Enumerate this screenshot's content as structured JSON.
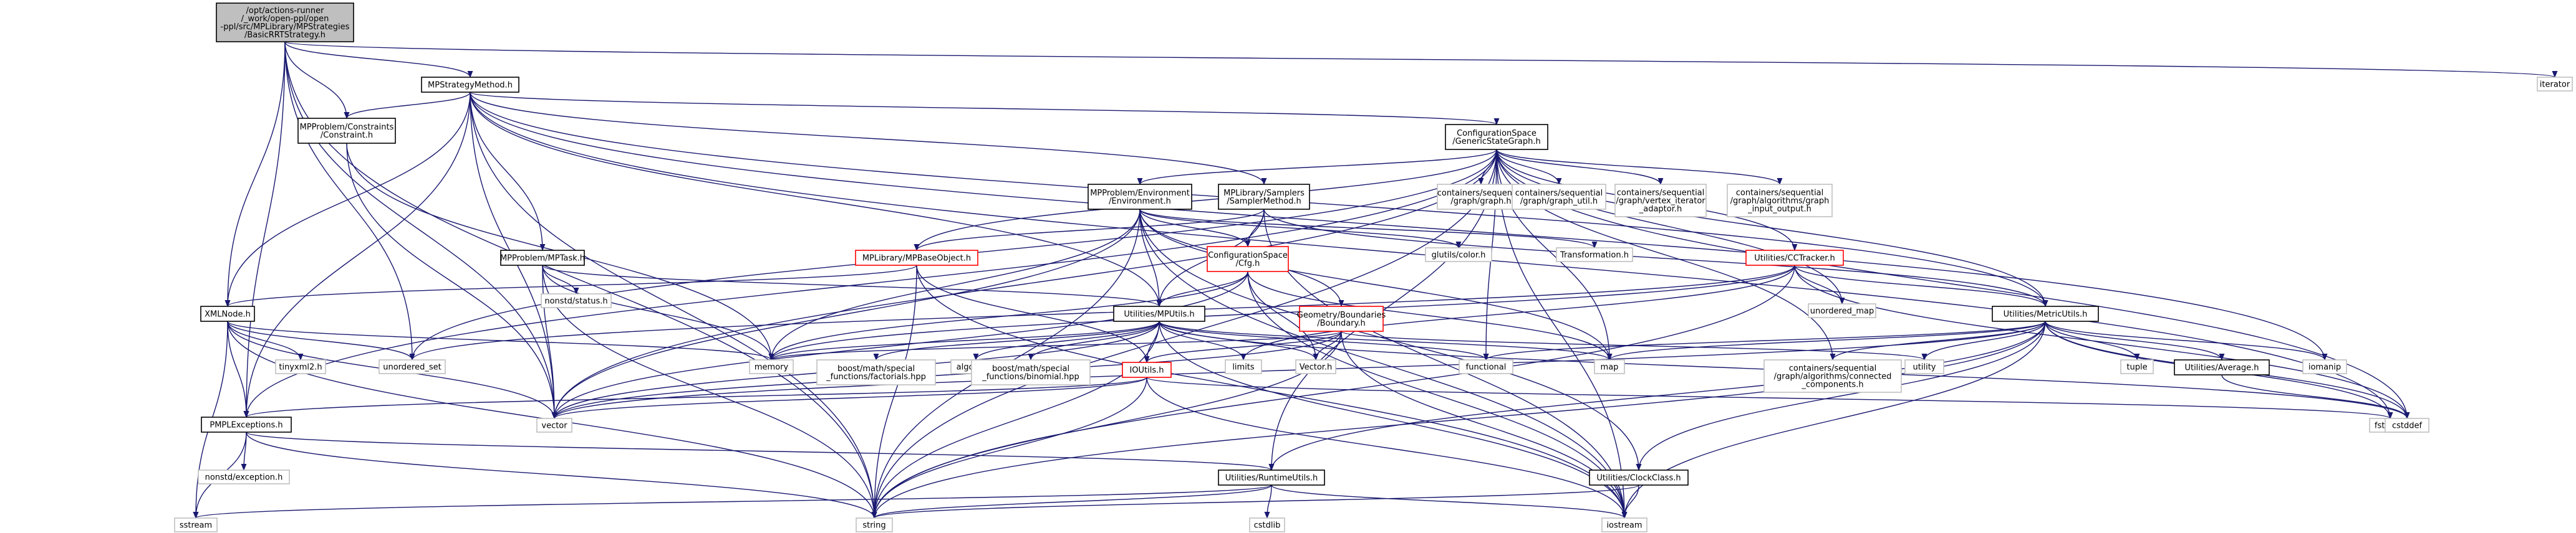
{
  "colors": {
    "edge": "#191970",
    "node_border_default": "#000000",
    "node_border_linked": "#ff0000",
    "node_border_system": "#bfbfbf",
    "root_fill": "#bfbfbf",
    "node_fill": "#ffffff"
  },
  "nodes": {
    "BasicRRTStrategy": {
      "label": [
        "/opt/actions-runner",
        "/_work/open-ppl/open",
        "-ppl/src/MPLibrary/MPStrategies",
        "/BasicRRTStrategy.h"
      ],
      "kind": "root"
    },
    "MPStrategyMethod": {
      "label": [
        "MPStrategyMethod.h"
      ],
      "kind": "file"
    },
    "iterator": {
      "label": [
        "iterator"
      ],
      "kind": "system"
    },
    "Constraint": {
      "label": [
        "MPProblem/Constraints",
        "/Constraint.h"
      ],
      "kind": "file"
    },
    "GenericStateGraph": {
      "label": [
        "ConfigurationSpace",
        "/GenericStateGraph.h"
      ],
      "kind": "file"
    },
    "Environment": {
      "label": [
        "MPProblem/Environment",
        "/Environment.h"
      ],
      "kind": "file"
    },
    "SamplerMethod": {
      "label": [
        "MPLibrary/Samplers",
        "/SamplerMethod.h"
      ],
      "kind": "file"
    },
    "cs_graph": {
      "label": [
        "containers/sequential",
        "/graph/graph.h"
      ],
      "kind": "system"
    },
    "cs_graph_util": {
      "label": [
        "containers/sequential",
        "/graph/graph_util.h"
      ],
      "kind": "system"
    },
    "cs_vertex_iter": {
      "label": [
        "containers/sequential",
        "/graph/vertex_iterator",
        "_adaptor.h"
      ],
      "kind": "system"
    },
    "cs_graph_input": {
      "label": [
        "containers/sequential",
        "/graph/algorithms/graph",
        "_input_output.h"
      ],
      "kind": "system"
    },
    "MPTask": {
      "label": [
        "MPProblem/MPTask.h"
      ],
      "kind": "file"
    },
    "MPBaseObject": {
      "label": [
        "MPLibrary/MPBaseObject.h"
      ],
      "kind": "linked"
    },
    "Cfg": {
      "label": [
        "ConfigurationSpace",
        "/Cfg.h"
      ],
      "kind": "linked"
    },
    "glutils": {
      "label": [
        "glutils/color.h"
      ],
      "kind": "system"
    },
    "Transformation": {
      "label": [
        "Transformation.h"
      ],
      "kind": "system"
    },
    "CCTracker": {
      "label": [
        "Utilities/CCTracker.h"
      ],
      "kind": "linked"
    },
    "nonstd_status": {
      "label": [
        "nonstd/status.h"
      ],
      "kind": "system"
    },
    "XMLNode": {
      "label": [
        "XMLNode.h"
      ],
      "kind": "file"
    },
    "MPUtils": {
      "label": [
        "Utilities/MPUtils.h"
      ],
      "kind": "file"
    },
    "Boundary": {
      "label": [
        "Geometry/Boundaries",
        "/Boundary.h"
      ],
      "kind": "linked"
    },
    "unordered_map": {
      "label": [
        "unordered_map"
      ],
      "kind": "system"
    },
    "MetricUtils": {
      "label": [
        "Utilities/MetricUtils.h"
      ],
      "kind": "file"
    },
    "tinyxml2": {
      "label": [
        "tinyxml2.h"
      ],
      "kind": "system"
    },
    "unordered_set": {
      "label": [
        "unordered_set"
      ],
      "kind": "system"
    },
    "memory": {
      "label": [
        "memory"
      ],
      "kind": "system"
    },
    "factorials": {
      "label": [
        "boost/math/special",
        "_functions/factorials.hpp"
      ],
      "kind": "system"
    },
    "algorithm": {
      "label": [
        "algorithm"
      ],
      "kind": "system"
    },
    "binomial": {
      "label": [
        "boost/math/special",
        "_functions/binomial.hpp"
      ],
      "kind": "system"
    },
    "limits": {
      "label": [
        "limits"
      ],
      "kind": "system"
    },
    "Vector": {
      "label": [
        "Vector.h"
      ],
      "kind": "system"
    },
    "functional": {
      "label": [
        "functional"
      ],
      "kind": "system"
    },
    "map": {
      "label": [
        "map"
      ],
      "kind": "system"
    },
    "connected": {
      "label": [
        "containers/sequential",
        "/graph/algorithms/connected",
        "_components.h"
      ],
      "kind": "system"
    },
    "utility": {
      "label": [
        "utility"
      ],
      "kind": "system"
    },
    "tuple": {
      "label": [
        "tuple"
      ],
      "kind": "system"
    },
    "Average": {
      "label": [
        "Utilities/Average.h"
      ],
      "kind": "file"
    },
    "iomanip": {
      "label": [
        "iomanip"
      ],
      "kind": "system"
    },
    "IOUtils": {
      "label": [
        "IOUtils.h"
      ],
      "kind": "linked"
    },
    "PMPLExceptions": {
      "label": [
        "PMPLExceptions.h"
      ],
      "kind": "file"
    },
    "vector": {
      "label": [
        "vector"
      ],
      "kind": "system"
    },
    "fstream": {
      "label": [
        "fstream"
      ],
      "kind": "system"
    },
    "cstddef": {
      "label": [
        "cstddef"
      ],
      "kind": "system"
    },
    "nonstd_exception": {
      "label": [
        "nonstd/exception.h"
      ],
      "kind": "system"
    },
    "RuntimeUtils": {
      "label": [
        "Utilities/RuntimeUtils.h"
      ],
      "kind": "file"
    },
    "ClockClass": {
      "label": [
        "Utilities/ClockClass.h"
      ],
      "kind": "file"
    },
    "sstream": {
      "label": [
        "sstream"
      ],
      "kind": "system"
    },
    "string": {
      "label": [
        "string"
      ],
      "kind": "system"
    },
    "cstdlib": {
      "label": [
        "cstdlib"
      ],
      "kind": "system"
    },
    "iostream": {
      "label": [
        "iostream"
      ],
      "kind": "system"
    }
  },
  "edges": [
    [
      "BasicRRTStrategy",
      "MPStrategyMethod"
    ],
    [
      "BasicRRTStrategy",
      "iterator"
    ],
    [
      "BasicRRTStrategy",
      "Constraint"
    ],
    [
      "BasicRRTStrategy",
      "XMLNode"
    ],
    [
      "BasicRRTStrategy",
      "unordered_set"
    ],
    [
      "BasicRRTStrategy",
      "PMPLExceptions"
    ],
    [
      "BasicRRTStrategy",
      "vector"
    ],
    [
      "BasicRRTStrategy",
      "string"
    ],
    [
      "MPStrategyMethod",
      "Constraint"
    ],
    [
      "MPStrategyMethod",
      "GenericStateGraph"
    ],
    [
      "MPStrategyMethod",
      "SamplerMethod"
    ],
    [
      "MPStrategyMethod",
      "MPTask"
    ],
    [
      "MPStrategyMethod",
      "XMLNode"
    ],
    [
      "MPStrategyMethod",
      "MPUtils"
    ],
    [
      "MPStrategyMethod",
      "MetricUtils"
    ],
    [
      "MPStrategyMethod",
      "PMPLExceptions"
    ],
    [
      "MPStrategyMethod",
      "vector"
    ],
    [
      "MPStrategyMethod",
      "string"
    ],
    [
      "MPStrategyMethod",
      "iomanip"
    ],
    [
      "MPStrategyMethod",
      "fstream"
    ],
    [
      "Constraint",
      "memory"
    ],
    [
      "Constraint",
      "vector"
    ],
    [
      "GenericStateGraph",
      "Environment"
    ],
    [
      "GenericStateGraph",
      "cs_graph"
    ],
    [
      "GenericStateGraph",
      "cs_graph_util"
    ],
    [
      "GenericStateGraph",
      "cs_vertex_iter"
    ],
    [
      "GenericStateGraph",
      "cs_graph_input"
    ],
    [
      "GenericStateGraph",
      "MPBaseObject"
    ],
    [
      "GenericStateGraph",
      "CCTracker"
    ],
    [
      "GenericStateGraph",
      "unordered_map"
    ],
    [
      "GenericStateGraph",
      "MetricUtils"
    ],
    [
      "GenericStateGraph",
      "PMPLExceptions"
    ],
    [
      "GenericStateGraph",
      "unordered_set"
    ],
    [
      "GenericStateGraph",
      "vector"
    ],
    [
      "GenericStateGraph",
      "connected"
    ],
    [
      "GenericStateGraph",
      "functional"
    ],
    [
      "GenericStateGraph",
      "map"
    ],
    [
      "GenericStateGraph",
      "cstddef"
    ],
    [
      "GenericStateGraph",
      "iostream"
    ],
    [
      "GenericStateGraph",
      "RuntimeUtils"
    ],
    [
      "GenericStateGraph",
      "string"
    ],
    [
      "Environment",
      "Cfg"
    ],
    [
      "Environment",
      "Boundary"
    ],
    [
      "Environment",
      "glutils"
    ],
    [
      "Environment",
      "Transformation"
    ],
    [
      "Environment",
      "MPUtils"
    ],
    [
      "Environment",
      "memory"
    ],
    [
      "Environment",
      "string"
    ],
    [
      "Environment",
      "vector"
    ],
    [
      "Environment",
      "map"
    ],
    [
      "Environment",
      "iostream"
    ],
    [
      "Environment",
      "ClockClass"
    ],
    [
      "SamplerMethod",
      "MPBaseObject"
    ],
    [
      "SamplerMethod",
      "Cfg"
    ],
    [
      "SamplerMethod",
      "MPUtils"
    ],
    [
      "SamplerMethod",
      "MetricUtils"
    ],
    [
      "SamplerMethod",
      "iostream"
    ],
    [
      "MPTask",
      "nonstd_status"
    ],
    [
      "MPTask",
      "MPUtils"
    ],
    [
      "MPTask",
      "memory"
    ],
    [
      "MPTask",
      "vector"
    ],
    [
      "MPTask",
      "string"
    ],
    [
      "MPBaseObject",
      "XMLNode"
    ],
    [
      "MPBaseObject",
      "IOUtils"
    ],
    [
      "MPBaseObject",
      "string"
    ],
    [
      "MPBaseObject",
      "iostream"
    ],
    [
      "Cfg",
      "MPUtils"
    ],
    [
      "Cfg",
      "Vector"
    ],
    [
      "Cfg",
      "memory"
    ],
    [
      "Cfg",
      "map"
    ],
    [
      "Cfg",
      "vector"
    ],
    [
      "Cfg",
      "iostream"
    ],
    [
      "CCTracker",
      "MetricUtils"
    ],
    [
      "CCTracker",
      "unordered_map"
    ],
    [
      "CCTracker",
      "unordered_set"
    ],
    [
      "CCTracker",
      "memory"
    ],
    [
      "CCTracker",
      "limits"
    ],
    [
      "CCTracker",
      "cstddef"
    ],
    [
      "CCTracker",
      "string"
    ],
    [
      "XMLNode",
      "tinyxml2"
    ],
    [
      "XMLNode",
      "memory"
    ],
    [
      "XMLNode",
      "unordered_set"
    ],
    [
      "XMLNode",
      "PMPLExceptions"
    ],
    [
      "XMLNode",
      "vector"
    ],
    [
      "XMLNode",
      "string"
    ],
    [
      "XMLNode",
      "sstream"
    ],
    [
      "MPUtils",
      "factorials"
    ],
    [
      "MPUtils",
      "algorithm"
    ],
    [
      "MPUtils",
      "binomial"
    ],
    [
      "MPUtils",
      "limits"
    ],
    [
      "MPUtils",
      "Vector"
    ],
    [
      "MPUtils",
      "functional"
    ],
    [
      "MPUtils",
      "map"
    ],
    [
      "MPUtils",
      "memory"
    ],
    [
      "MPUtils",
      "IOUtils"
    ],
    [
      "MPUtils",
      "vector"
    ],
    [
      "MPUtils",
      "string"
    ],
    [
      "MPUtils",
      "iostream"
    ],
    [
      "MPUtils",
      "cstddef"
    ],
    [
      "Boundary",
      "Vector"
    ],
    [
      "Boundary",
      "memory"
    ],
    [
      "Boundary",
      "IOUtils"
    ],
    [
      "Boundary",
      "utility"
    ],
    [
      "Boundary",
      "vector"
    ],
    [
      "Boundary",
      "string"
    ],
    [
      "Boundary",
      "iostream"
    ],
    [
      "MetricUtils",
      "connected"
    ],
    [
      "MetricUtils",
      "utility"
    ],
    [
      "MetricUtils",
      "tuple"
    ],
    [
      "MetricUtils",
      "Average"
    ],
    [
      "MetricUtils",
      "iomanip"
    ],
    [
      "MetricUtils",
      "map"
    ],
    [
      "MetricUtils",
      "functional"
    ],
    [
      "MetricUtils",
      "fstream"
    ],
    [
      "MetricUtils",
      "cstddef"
    ],
    [
      "MetricUtils",
      "vector"
    ],
    [
      "MetricUtils",
      "string"
    ],
    [
      "MetricUtils",
      "iostream"
    ],
    [
      "MetricUtils",
      "ClockClass"
    ],
    [
      "MetricUtils",
      "RuntimeUtils"
    ],
    [
      "Average",
      "cstddef"
    ],
    [
      "IOUtils",
      "PMPLExceptions"
    ],
    [
      "IOUtils",
      "vector"
    ],
    [
      "IOUtils",
      "fstream"
    ],
    [
      "IOUtils",
      "string"
    ],
    [
      "IOUtils",
      "iostream"
    ],
    [
      "PMPLExceptions",
      "nonstd_exception"
    ],
    [
      "PMPLExceptions",
      "RuntimeUtils"
    ],
    [
      "PMPLExceptions",
      "sstream"
    ],
    [
      "PMPLExceptions",
      "string"
    ],
    [
      "RuntimeUtils",
      "cstdlib"
    ],
    [
      "RuntimeUtils",
      "string"
    ],
    [
      "RuntimeUtils",
      "sstream"
    ],
    [
      "RuntimeUtils",
      "iostream"
    ],
    [
      "ClockClass",
      "string"
    ],
    [
      "ClockClass",
      "iostream"
    ]
  ]
}
